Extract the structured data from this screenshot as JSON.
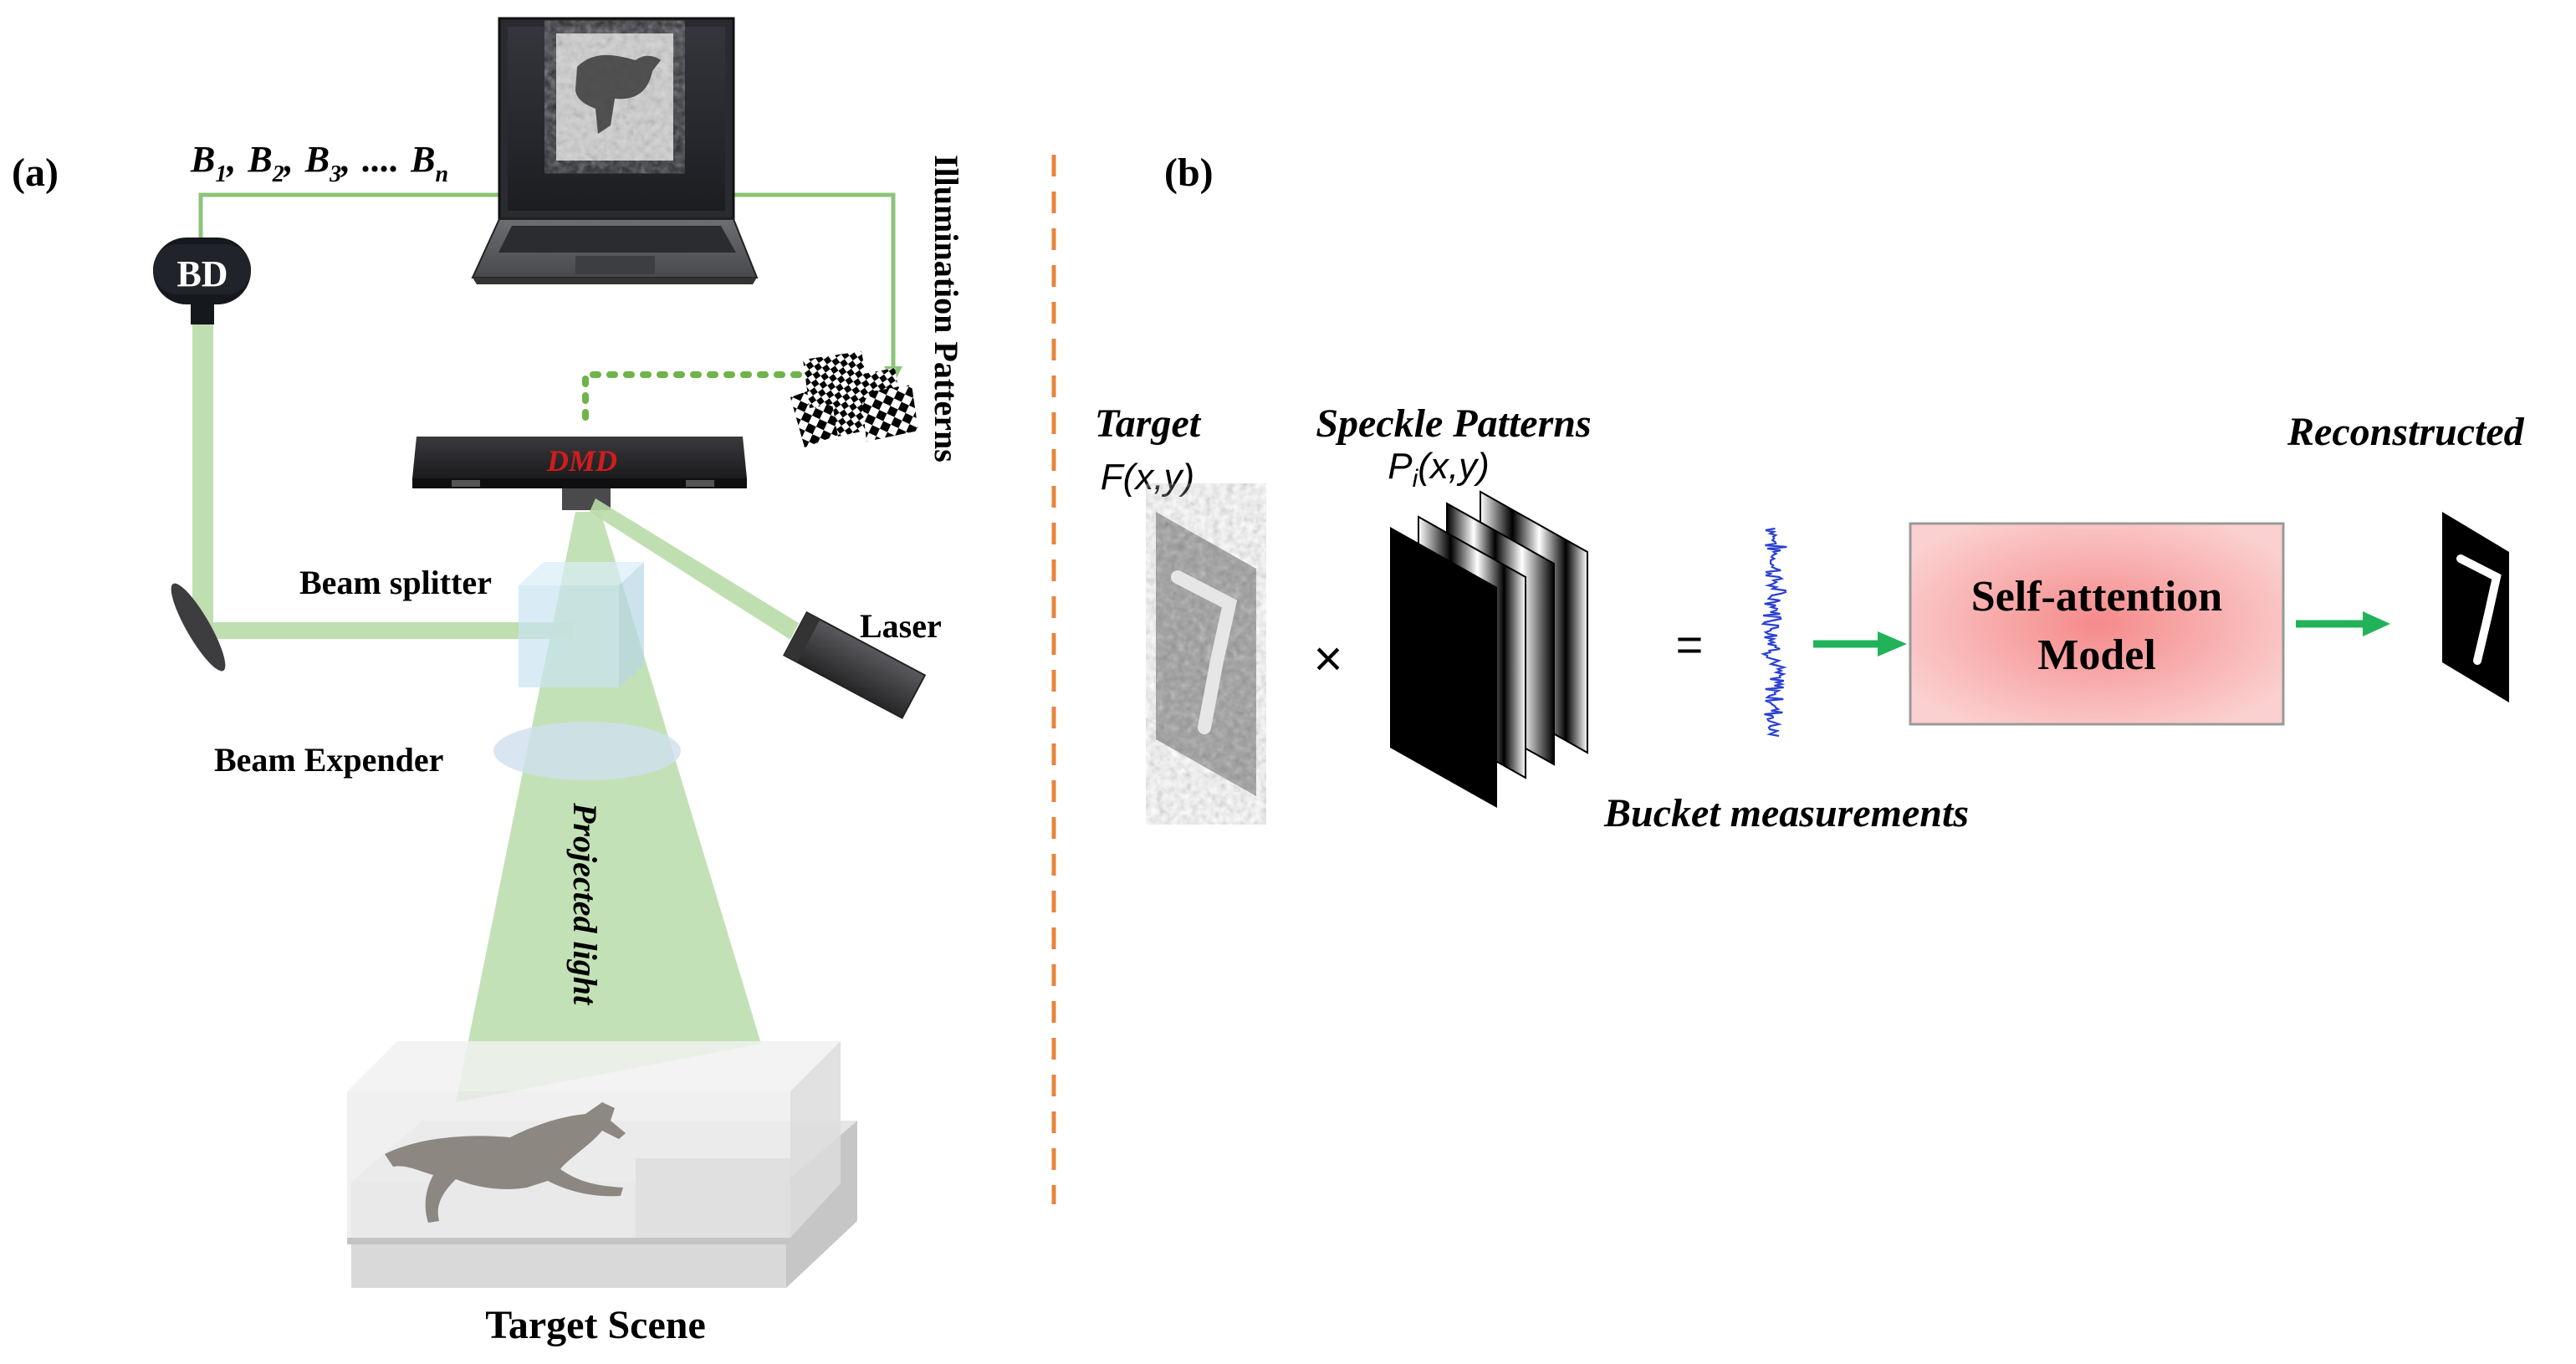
{
  "panel_a": {
    "label": "(a)",
    "bd_label": "BD",
    "bucket_signals": {
      "prefix": "B",
      "subs": [
        "1",
        "2",
        "3",
        "n"
      ],
      "separator": ",",
      "ellipsis": "...."
    },
    "illumination_patterns": "Illumination Patterns",
    "dmd_label": "DMD",
    "beam_splitter": "Beam splitter",
    "laser": "Laser",
    "beam_expender": "Beam Expender",
    "projected_light": "Projected light",
    "target_scene": "Target Scene"
  },
  "panel_b": {
    "label": "(b)",
    "target_title": "Target",
    "target_func": "F(x,y)",
    "speckle_title": "Speckle Patterns",
    "speckle_func_base": "P",
    "speckle_func_sub": "i",
    "speckle_func_args": "(x,y)",
    "times_symbol": "×",
    "equals_symbol": "=",
    "bucket_measurements": "Bucket measurements",
    "model_line1": "Self-attention",
    "model_line2": "Model",
    "reconstructed": "Reconstructed"
  },
  "colors": {
    "green_path": "#8cc47a",
    "beam_green": "#b9dca9",
    "divider": "#e8843c",
    "arrow_green": "#22b35a",
    "dmd_red": "#d21c1c",
    "model_fill": "#f6a8a8",
    "signal_blue": "#2a3fd1"
  }
}
